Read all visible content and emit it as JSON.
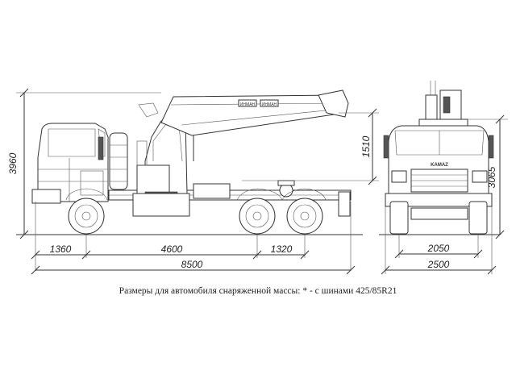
{
  "dimensions": {
    "overall_height": "3960",
    "crane_height": "1510",
    "front_height": "3065",
    "front_overhang": "1360",
    "wheelbase": "4600",
    "axle_spacing": "1320",
    "overall_length": "8500",
    "track_width": "2050",
    "overall_width": "2500"
  },
  "front_badge": "KAMAZ",
  "boom_labels": [
    "ИНМАН",
    "ИНМАН"
  ],
  "caption": "Размеры для автомобиля снаряженной массы: * - с шинами 425/85R21"
}
